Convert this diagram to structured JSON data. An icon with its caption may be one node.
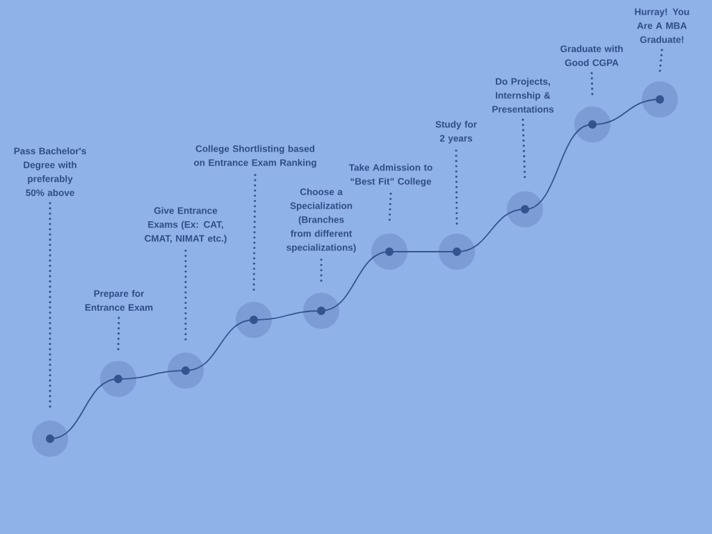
{
  "diagram": {
    "nodes": [
      {
        "text": [
          "Pass Bachelor's Degree with preferably 50% above"
        ]
      },
      {
        "text": [
          "Prepare for Entrance Exam"
        ]
      },
      {
        "text": [
          "Give Entrance Exams (Ex: CAT, CMAT, NIMAT etc.)"
        ]
      },
      {
        "text": [
          "College Shortlisting based on Entrance Exam Ranking"
        ]
      },
      {
        "text": [
          "Choose a Specialization (Branches from different specializations)"
        ]
      },
      {
        "text": [
          "Take Admission to “Best Fit” College"
        ]
      },
      {
        "text": [
          "Study for 2 years"
        ]
      },
      {
        "text": [
          "Do Projects, Internship & Presentations"
        ]
      },
      {
        "text": [
          "Graduate with Good CGPA"
        ]
      },
      {
        "text": [
          "Hurray! You Are A MBA Graduate!"
        ]
      },
      {
        "text": [],
        "shape": "circle"
      },
      {
        "text": [],
        "shape": "circle"
      },
      {
        "text": [],
        "shape": "circle"
      },
      {
        "text": [],
        "shape": "circle"
      },
      {
        "text": [],
        "shape": "circle"
      },
      {
        "text": [],
        "shape": "circle"
      },
      {
        "text": [],
        "shape": "circle"
      },
      {
        "text": [],
        "shape": "circle"
      },
      {
        "text": [],
        "shape": "circle"
      },
      {
        "text": [],
        "shape": "circle"
      }
    ],
    "edges": [
      {
        "from": 0,
        "to": 10,
        "arrow": "none",
        "style": "dashed"
      },
      {
        "from": 1,
        "to": 11,
        "arrow": "none",
        "style": "dashed"
      },
      {
        "from": 2,
        "to": 12,
        "arrow": "none",
        "style": "dashed"
      },
      {
        "from": 3,
        "to": 13,
        "arrow": "none",
        "style": "dashed"
      },
      {
        "from": 4,
        "to": 14,
        "arrow": "none",
        "style": "dashed"
      },
      {
        "from": 5,
        "to": 15,
        "arrow": "none",
        "style": "dashed"
      },
      {
        "from": 6,
        "to": 16,
        "arrow": "none",
        "style": "dashed"
      },
      {
        "from": 7,
        "to": 17,
        "arrow": "none",
        "style": "dashed"
      },
      {
        "from": 8,
        "to": 18,
        "arrow": "none",
        "style": "dashed"
      },
      {
        "from": 9,
        "to": 19,
        "arrow": "none",
        "style": "dashed"
      },
      {
        "from": 10,
        "to": 11,
        "arrow": "none"
      },
      {
        "from": 11,
        "to": 12,
        "arrow": "none"
      },
      {
        "from": 12,
        "to": 13,
        "arrow": "none"
      },
      {
        "from": 13,
        "to": 14,
        "arrow": "none"
      },
      {
        "from": 14,
        "to": 15,
        "arrow": "none"
      },
      {
        "from": 15,
        "to": 16,
        "arrow": "none"
      },
      {
        "from": 16,
        "to": 17,
        "arrow": "none"
      },
      {
        "from": 17,
        "to": 18,
        "arrow": "none"
      },
      {
        "from": 18,
        "to": 19,
        "arrow": "none"
      }
    ]
  }
}
